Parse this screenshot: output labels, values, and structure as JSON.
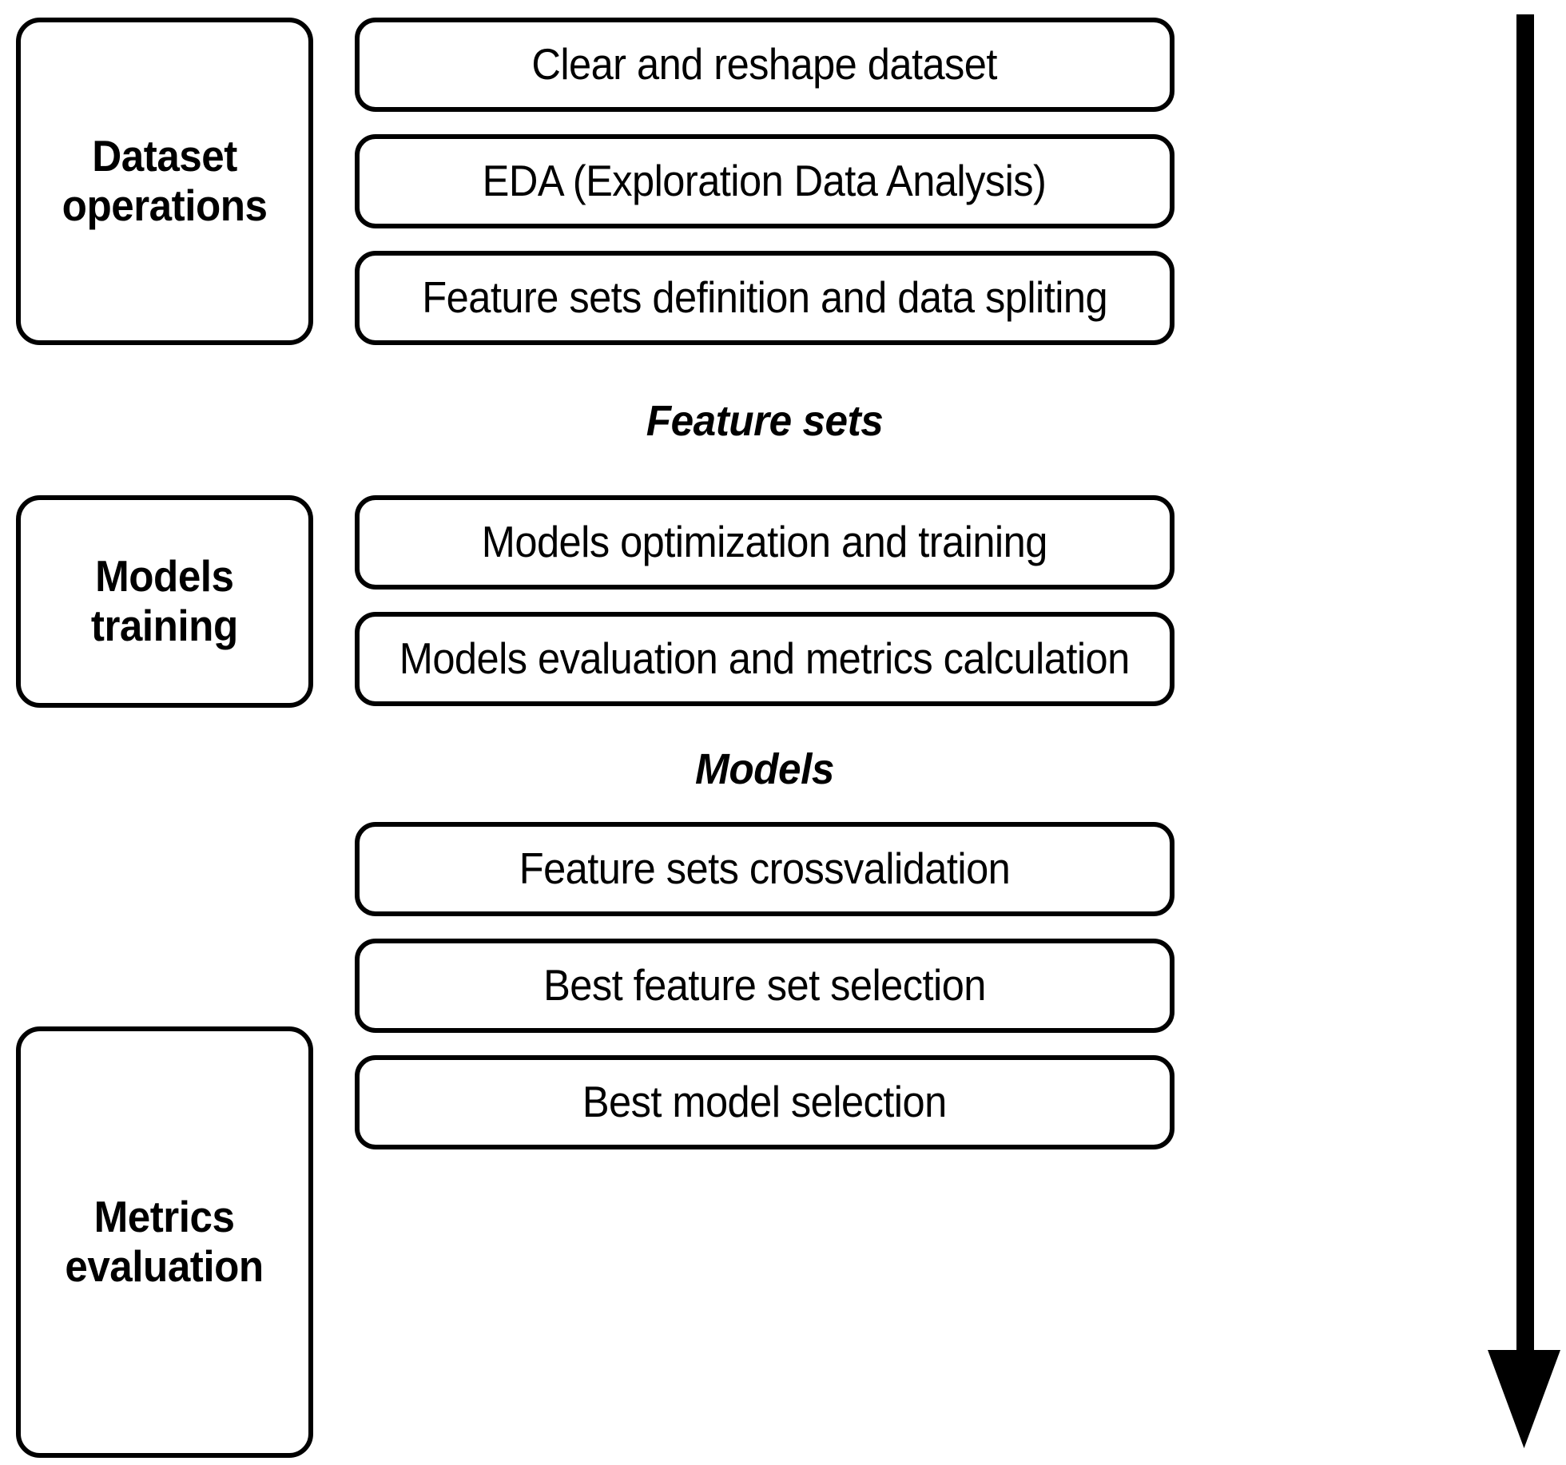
{
  "diagram": {
    "title": "Machine learning pipeline flowchart",
    "background_color": "#ffffff",
    "line_color": "#000000",
    "flow_direction": "top-to-bottom",
    "stages": [
      {
        "id": "dataset-operations",
        "label": "Dataset\noperations",
        "steps": [
          {
            "id": "clear-reshape",
            "label": "Clear and reshape dataset"
          },
          {
            "id": "eda",
            "label": "EDA (Exploration Data Analysis)"
          },
          {
            "id": "feature-def-split",
            "label": "Feature sets definition and data spliting"
          }
        ]
      },
      {
        "id": "models-training",
        "label": "Models\ntraining",
        "steps": [
          {
            "id": "models-optimization",
            "label": "Models optimization and training"
          },
          {
            "id": "models-evaluation",
            "label": "Models evaluation and metrics calculation"
          }
        ]
      },
      {
        "id": "metrics-evaluation",
        "label": "Metrics\nevaluation",
        "steps": [
          {
            "id": "feature-crossvalidation",
            "label": "Feature sets crossvalidation"
          },
          {
            "id": "best-feature-set",
            "label": "Best feature set selection"
          },
          {
            "id": "best-model",
            "label": "Best model selection"
          }
        ]
      }
    ],
    "connectors": [
      {
        "id": "connector-feature-sets",
        "label": "Feature sets"
      },
      {
        "id": "connector-models",
        "label": "Models"
      }
    ],
    "arrow": {
      "id": "flow-arrow",
      "direction": "down",
      "color": "#000000"
    }
  }
}
